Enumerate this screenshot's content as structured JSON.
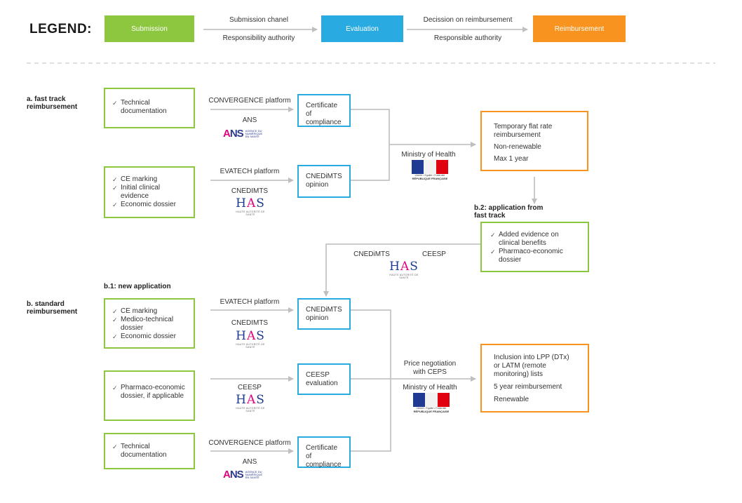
{
  "legend": {
    "title": "LEGEND:",
    "submission": "Submission",
    "evaluation": "Evaluation",
    "reimbursement": "Reimbursement",
    "arrow1_top": "Submission chanel",
    "arrow1_bottom": "Responsibility authority",
    "arrow2_top": "Decission on reimbursement",
    "arrow2_bottom": "Responsible authority",
    "colors": {
      "submission": "#8dc63f",
      "evaluation": "#29abe2",
      "reimbursement": "#f7931e"
    }
  },
  "fast_track": {
    "title": "a. fast track reimbursement",
    "sub1": [
      "Technical documentation"
    ],
    "sub2": [
      "CE marking",
      "Initial clinical evidence",
      "Economic dossier"
    ],
    "channel1": "CONVERGENCE platform",
    "authority1": "ANS",
    "channel2": "EVATECH platform",
    "authority2": "CNEDIMTS",
    "eval1": "Certificate of compliance",
    "eval2": "CNEDiMTS opinion",
    "ministry": "Ministry of Health",
    "reimb": [
      "Temporary flat rate reimbursement",
      "Non-renewable",
      "Max 1 year"
    ]
  },
  "b2": {
    "title": "b.2: application from fast track",
    "items": [
      "Added evidence on clinical benefits",
      "Pharmaco-economic dossier"
    ],
    "auth1": "CNEDiMTS",
    "auth2": "CEESP"
  },
  "standard": {
    "title": "b. standard reimbursement",
    "b1_title": "b.1: new application",
    "sub1": [
      "CE marking",
      "Medico-technical dossier",
      "Economic dossier"
    ],
    "sub2": [
      "Pharmaco-economic dossier, if applicable"
    ],
    "sub3": [
      "Technical documentation"
    ],
    "channel1": "EVATECH platform",
    "authority1": "CNEDIMTS",
    "authority2": "CEESP",
    "channel3": "CONVERGENCE platform",
    "authority3": "ANS",
    "eval1": "CNEDiMTS opinion",
    "eval2": "CEESP evaluation",
    "eval3": "Certificate of compliance",
    "price": "Price negotiation with CEPS",
    "ministry": "Ministry of Health",
    "reimb": [
      "Inclusion into LPP (DTx) or LATM (remote monitoring) lists",
      "5 year reimbursement",
      "Renewable"
    ]
  },
  "logos": {
    "ans": "ANS",
    "ans_text": "AGENCE DU NUMÉRIQUE EN SANTÉ",
    "has": "HAS",
    "has_text": "HAUTE AUTORITÉ DE SANTÉ",
    "marianne_top": "Liberté • Égalité • Fraternité",
    "marianne_bottom": "RÉPUBLIQUE FRANÇAISE"
  }
}
